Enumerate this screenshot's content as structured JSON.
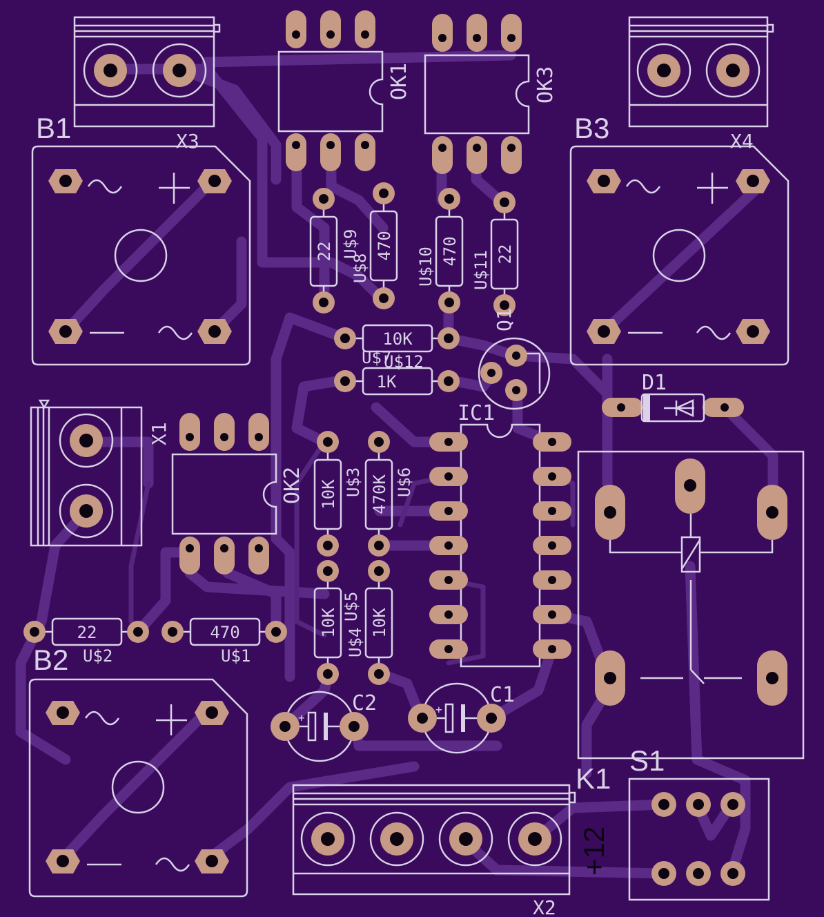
{
  "colors": {
    "board": "#3a0a5c",
    "trace": "#5a2a86",
    "silkscreen": "#d9d2e8",
    "pad": "#c69a84",
    "drill": "#0d0612"
  },
  "components": {
    "b1": "B1",
    "b2": "B2",
    "b3": "B3",
    "x1": "X1",
    "x2": "X2",
    "x3": "X3",
    "x4": "X4",
    "ok1": "OK1",
    "ok2": "OK2",
    "ok3": "OK3",
    "ic1": "IC1",
    "q1": "Q1",
    "d1": "D1",
    "k1": "K1",
    "s1": "S1",
    "c1": "C1",
    "c2": "C2"
  },
  "resistors": {
    "u1": {
      "name": "U$1",
      "value": "470"
    },
    "u2": {
      "name": "U$2",
      "value": "22"
    },
    "u3": {
      "name": "U$3",
      "value": "10K"
    },
    "u4": {
      "name": "U$4",
      "value": "10K"
    },
    "u5": {
      "name": "U$5",
      "value": "10K"
    },
    "u6": {
      "name": "U$6",
      "value": "470K"
    },
    "u7": {
      "name": "U$7",
      "value": "10K"
    },
    "u8": {
      "name": "U$8",
      "value": "22"
    },
    "u9": {
      "name": "U$9",
      "value": "470"
    },
    "u10": {
      "name": "U$10",
      "value": "470"
    },
    "u11": {
      "name": "U$11",
      "value": "22"
    },
    "u12": {
      "name": "U$12",
      "value": "1K"
    }
  },
  "rectifier_marks": {
    "ac": "~",
    "plus": "+",
    "minus": "−"
  },
  "supply_label": "+12"
}
